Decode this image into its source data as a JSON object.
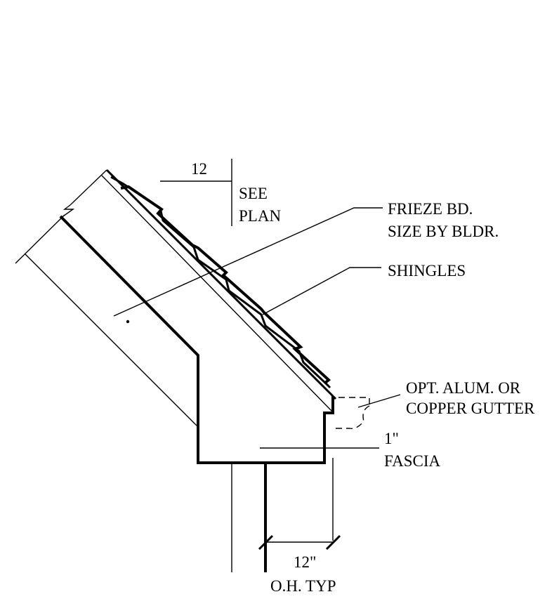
{
  "pitch": {
    "run_label": "12",
    "rise_line1": "SEE",
    "rise_line2": "PLAN"
  },
  "callouts": {
    "frieze_line1": "FRIEZE BD.",
    "frieze_line2": "SIZE BY BLDR.",
    "shingles": "SHINGLES",
    "gutter_line1": "OPT. ALUM. OR",
    "gutter_line2": "COPPER GUTTER",
    "fascia_line1": "1\"",
    "fascia_line2": "FASCIA"
  },
  "overhang": {
    "dimension": "12\"",
    "label": "O.H. TYP"
  }
}
